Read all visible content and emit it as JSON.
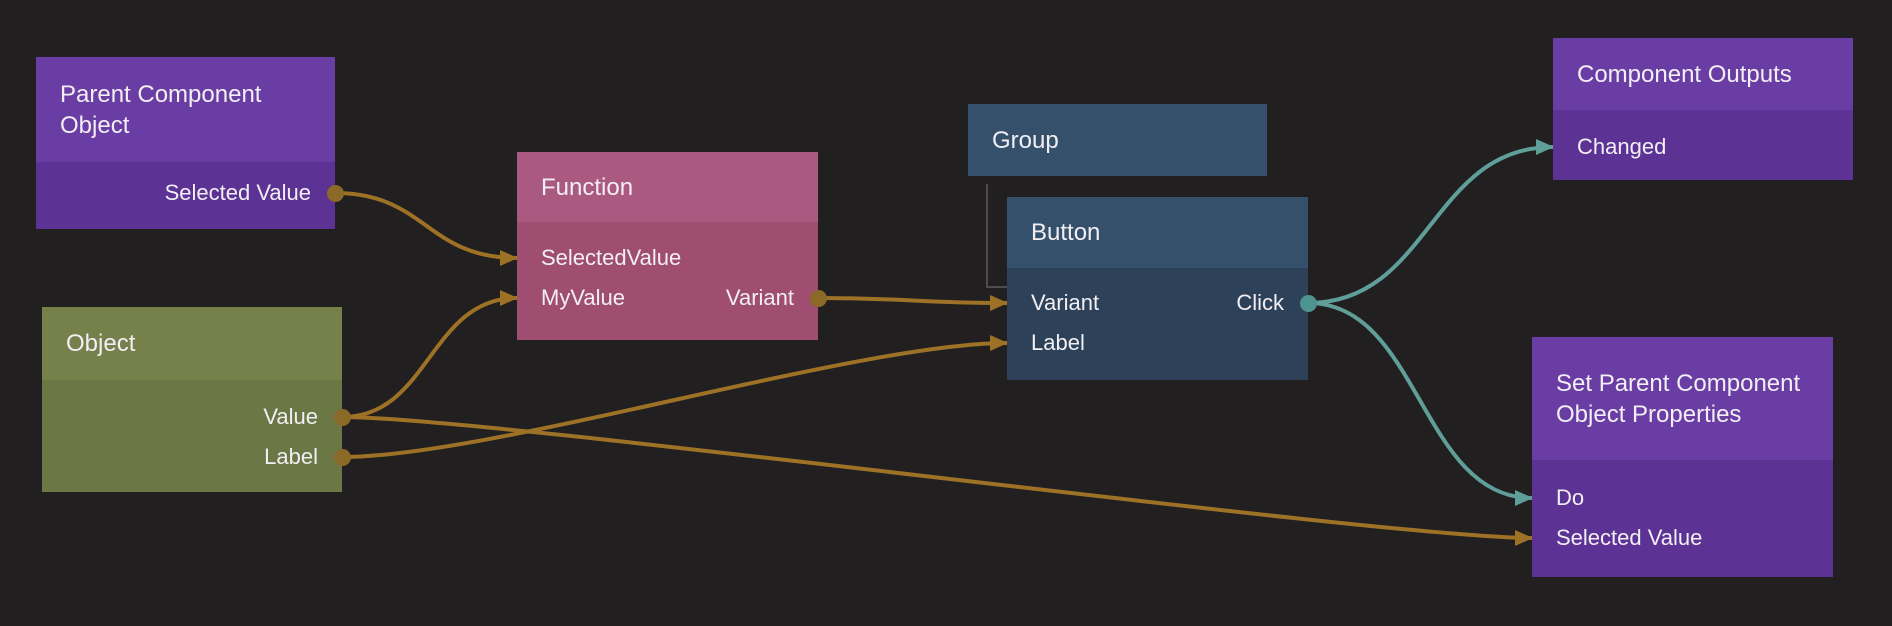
{
  "canvas": {
    "description": "node graph editor canvas"
  },
  "colors": {
    "background": "#211f1f",
    "text": "#f2eff4",
    "purple_header": "#6a3da4",
    "purple_body": "#5c3294",
    "magenta_header": "#aa5a80",
    "magenta_body": "#a04d72",
    "olive_header": "#75804b",
    "olive_body": "#6b7745",
    "slate_header": "#35506b",
    "slate_body": "#2d4258",
    "data_wire": "#9d7226",
    "data_port": "#8a6a26",
    "signal_wire": "#5f9e99",
    "signal_port": "#4f938e",
    "child_link": "#4d4d4d"
  },
  "nodes": [
    {
      "id": "parent-component-object",
      "title": "Parent Component Object",
      "color": "purple",
      "rows": [
        {
          "output": {
            "id": "selected-value",
            "label": "Selected Value",
            "kind": "data"
          }
        }
      ]
    },
    {
      "id": "function",
      "title": "Function",
      "color": "magenta",
      "rows": [
        {
          "input": {
            "id": "selectedvalue",
            "label": "SelectedValue",
            "kind": "data"
          }
        },
        {
          "input": {
            "id": "myvalue",
            "label": "MyValue",
            "kind": "data"
          },
          "output": {
            "id": "variant",
            "label": "Variant",
            "kind": "data"
          }
        }
      ]
    },
    {
      "id": "object",
      "title": "Object",
      "color": "olive",
      "rows": [
        {
          "output": {
            "id": "value",
            "label": "Value",
            "kind": "data"
          }
        },
        {
          "output": {
            "id": "label",
            "label": "Label",
            "kind": "data"
          }
        }
      ]
    },
    {
      "id": "group",
      "title": "Group",
      "color": "slate",
      "rows": []
    },
    {
      "id": "button",
      "title": "Button",
      "color": "slate",
      "rows": [
        {
          "input": {
            "id": "variant",
            "label": "Variant",
            "kind": "data"
          },
          "output": {
            "id": "click",
            "label": "Click",
            "kind": "signal"
          }
        },
        {
          "input": {
            "id": "label",
            "label": "Label",
            "kind": "data"
          }
        }
      ]
    },
    {
      "id": "component-outputs",
      "title": "Component Outputs",
      "color": "purple",
      "rows": [
        {
          "input": {
            "id": "changed",
            "label": "Changed",
            "kind": "signal"
          }
        }
      ]
    },
    {
      "id": "set-parent-component-object-properties",
      "title": "Set Parent Component Object Properties",
      "color": "purple",
      "rows": [
        {
          "input": {
            "id": "do",
            "label": "Do",
            "kind": "signal"
          }
        },
        {
          "input": {
            "id": "selected-value",
            "label": "Selected Value",
            "kind": "data"
          }
        }
      ]
    }
  ],
  "connections": [
    {
      "from": "parent-component-object.selected-value",
      "to": "function.selectedvalue",
      "kind": "data"
    },
    {
      "from": "object.value",
      "to": "function.myvalue",
      "kind": "data"
    },
    {
      "from": "object.label",
      "to": "button.label",
      "kind": "data"
    },
    {
      "from": "object.value",
      "to": "set-parent-component-object-properties.selected-value",
      "kind": "data"
    },
    {
      "from": "function.variant",
      "to": "button.variant",
      "kind": "data"
    },
    {
      "from": "button.click",
      "to": "component-outputs.changed",
      "kind": "signal"
    },
    {
      "from": "button.click",
      "to": "set-parent-component-object-properties.do",
      "kind": "signal"
    }
  ],
  "child_links": [
    {
      "parent": "group",
      "child": "button"
    }
  ]
}
